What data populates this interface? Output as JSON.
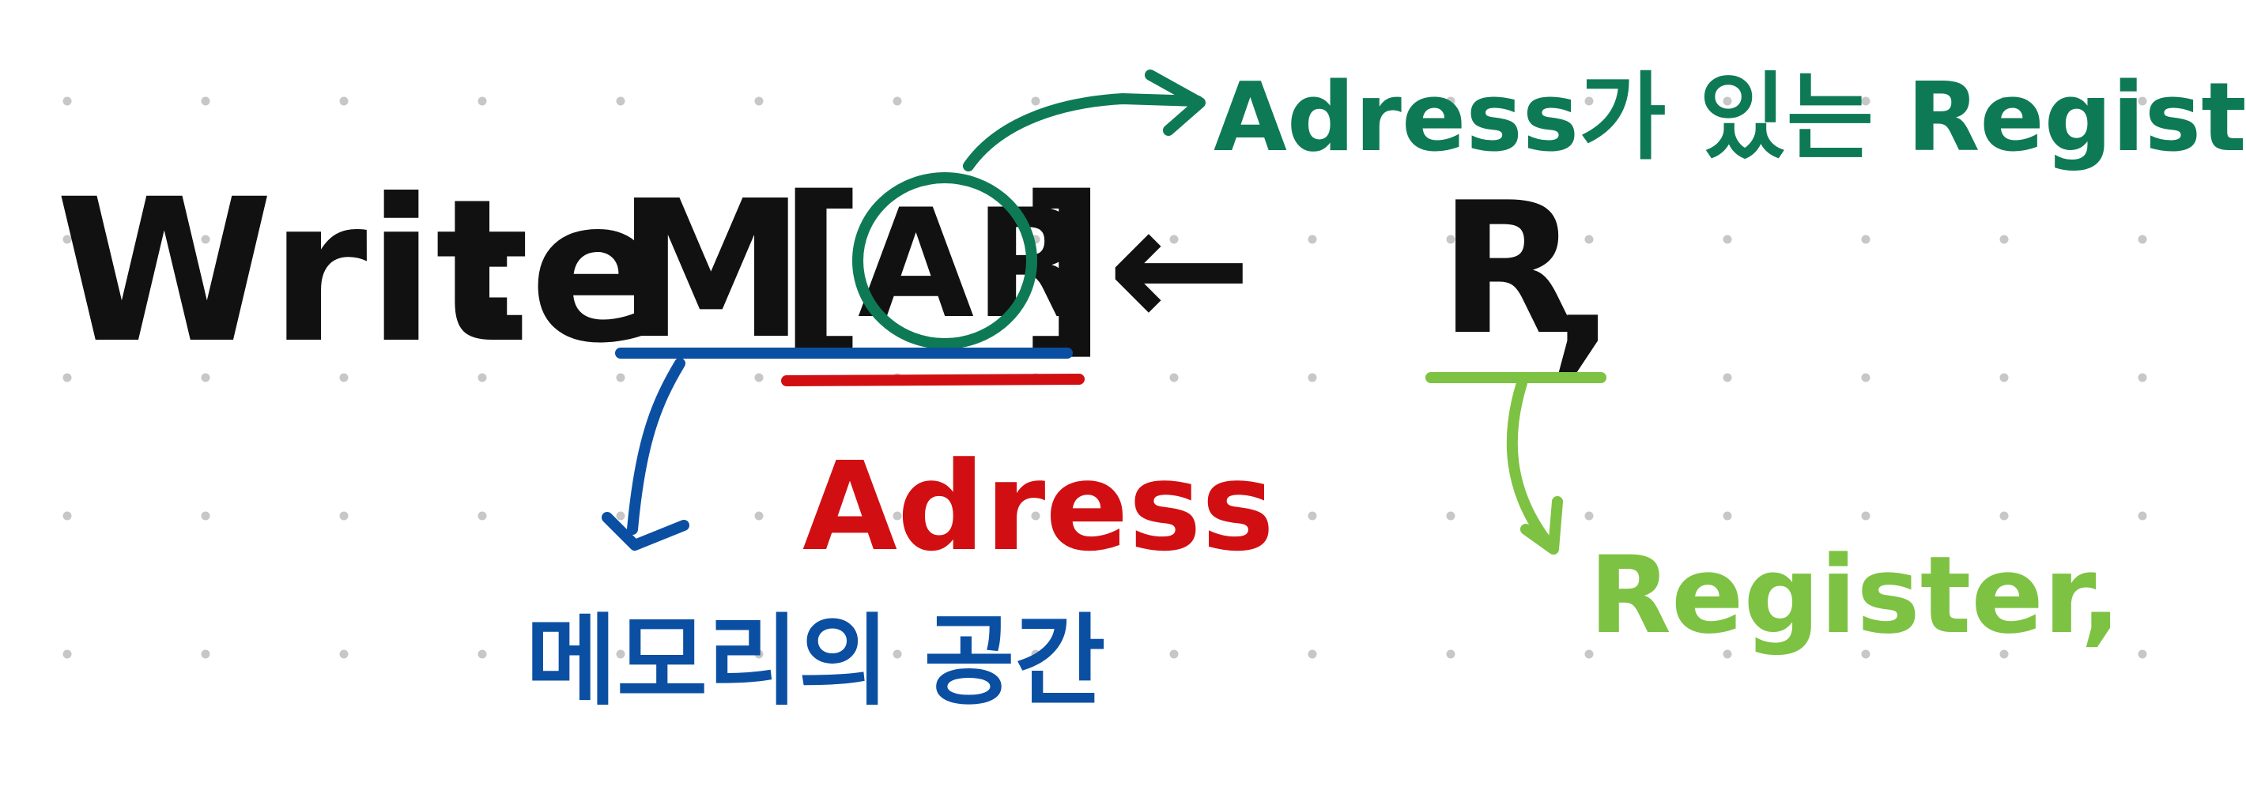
{
  "colors": {
    "background": "#ffffff",
    "grid_dot": "#c7c7c7",
    "ink_black": "#111111",
    "ink_blue": "#0b4fa3",
    "ink_red": "#d10f12",
    "ink_teal": "#0e7a55",
    "ink_lime": "#7dc242"
  },
  "formula": {
    "write": "Write",
    "colon": ":",
    "m": "M",
    "open_bracket": "[",
    "ar": "AR",
    "close_bracket": "]",
    "arrow": "←",
    "register_r": "R",
    "comma": ","
  },
  "annotations": {
    "memory_label": "메모리의 공간",
    "address_label": "Adress",
    "ar_label": "Adress가 있는 Register",
    "register_label": "Register,"
  }
}
